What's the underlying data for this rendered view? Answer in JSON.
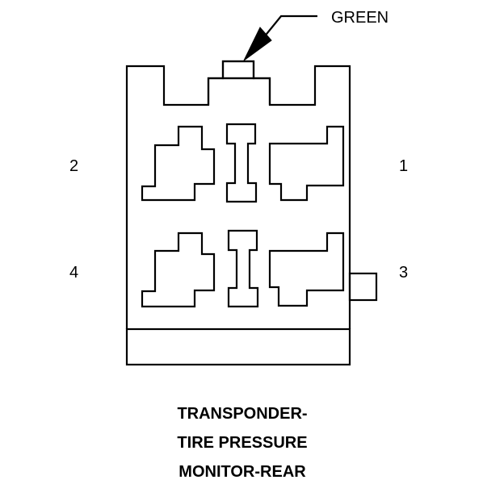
{
  "callout": {
    "wire_color": "GREEN"
  },
  "pins": {
    "p1": "1",
    "p2": "2",
    "p3": "3",
    "p4": "4"
  },
  "caption": {
    "line1": "TRANSPONDER-",
    "line2": "TIRE PRESSURE",
    "line3": "MONITOR-REAR"
  }
}
